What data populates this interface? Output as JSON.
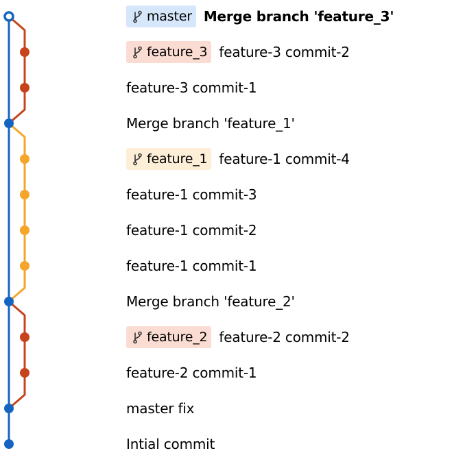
{
  "colors": {
    "master_line": "#1565c0",
    "feature_3_line": "#c6431b",
    "feature_1_line": "#f5a62a",
    "feature_2_line": "#c6431b",
    "tag_master_bg": "#d6e6fb",
    "tag_feature_3_bg": "#fbdcd3",
    "tag_feature_1_bg": "#fdeed8",
    "tag_feature_2_bg": "#fbdcd3",
    "head_dot_fill": "#ffffff"
  },
  "icons": {
    "branch": "git-branch-icon"
  },
  "commits": [
    {
      "message": "Merge branch 'feature_3'",
      "bold": true,
      "tag": "master",
      "tag_color": "tag_master_bg",
      "lane": 0,
      "head": true
    },
    {
      "message": "feature-3 commit-2",
      "bold": false,
      "tag": "feature_3",
      "tag_color": "tag_feature_3_bg",
      "lane": 1
    },
    {
      "message": "feature-3 commit-1",
      "bold": false,
      "tag": null,
      "lane": 1
    },
    {
      "message": "Merge branch 'feature_1'",
      "bold": false,
      "tag": null,
      "lane": 0
    },
    {
      "message": "feature-1 commit-4",
      "bold": false,
      "tag": "feature_1",
      "tag_color": "tag_feature_1_bg",
      "lane": 1
    },
    {
      "message": "feature-1 commit-3",
      "bold": false,
      "tag": null,
      "lane": 1
    },
    {
      "message": "feature-1 commit-2",
      "bold": false,
      "tag": null,
      "lane": 1
    },
    {
      "message": "feature-1 commit-1",
      "bold": false,
      "tag": null,
      "lane": 1
    },
    {
      "message": "Merge branch 'feature_2'",
      "bold": false,
      "tag": null,
      "lane": 0
    },
    {
      "message": "feature-2 commit-2",
      "bold": false,
      "tag": "feature_2",
      "tag_color": "tag_feature_2_bg",
      "lane": 1
    },
    {
      "message": "feature-2 commit-1",
      "bold": false,
      "tag": null,
      "lane": 1
    },
    {
      "message": "master fix",
      "bold": false,
      "tag": null,
      "lane": 0
    },
    {
      "message": "Intial commit",
      "bold": false,
      "tag": null,
      "lane": 0
    }
  ]
}
